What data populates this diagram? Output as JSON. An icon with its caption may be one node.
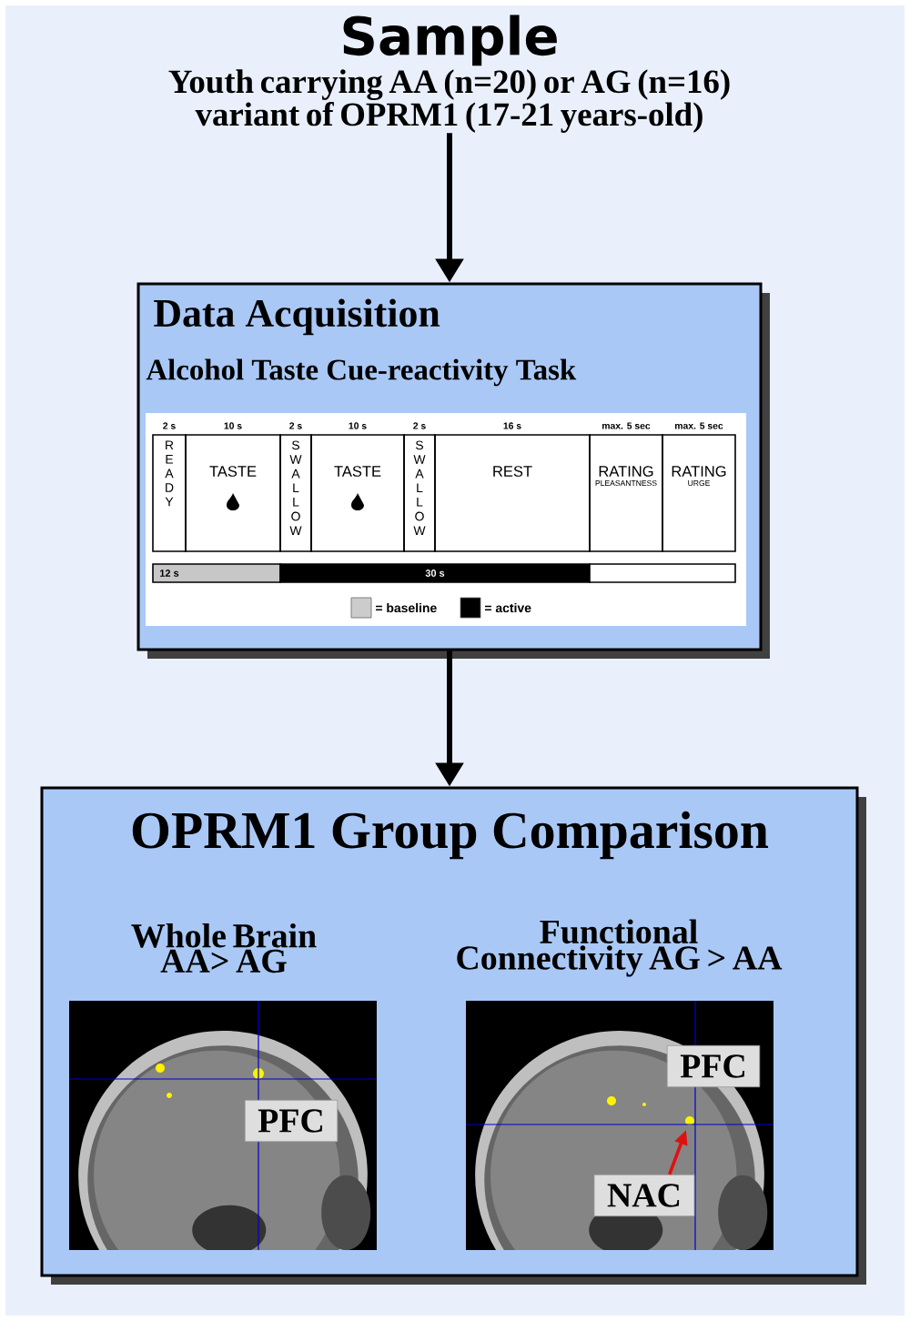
{
  "diagram": {
    "nodes": [
      {
        "text": [
          "Sample",
          "Youth carrying AA (n=20) or AG (n=16) variant of OPRM1 (17-21 years-old)"
        ]
      },
      {
        "text": [
          "Data Acquisition",
          "Alcohol Taste Cue-reactivity Task"
        ]
      },
      {
        "text": [
          "READY"
        ],
        "in": 1,
        "beside": [
          "2 s"
        ]
      },
      {
        "text": [
          "TASTE"
        ],
        "in": 1,
        "beside": [
          "10 s"
        ]
      },
      {
        "text": [
          "SWALLOW"
        ],
        "in": 1,
        "beside": [
          "2 s"
        ]
      },
      {
        "text": [
          "TASTE"
        ],
        "in": 1,
        "beside": [
          "10 s"
        ]
      },
      {
        "text": [
          "SWALLOW"
        ],
        "in": 1,
        "beside": [
          "2 s"
        ]
      },
      {
        "text": [
          "REST"
        ],
        "in": 1,
        "beside": [
          "16 s"
        ]
      },
      {
        "text": [
          "RATING",
          "PLEASANTNESS"
        ],
        "in": 1,
        "beside": [
          "max. 5 sec"
        ]
      },
      {
        "text": [
          "RATING",
          "URGE"
        ],
        "in": 1,
        "beside": [
          "max. 5 sec"
        ]
      },
      {
        "text": [
          "12 s"
        ],
        "in": 1
      },
      {
        "text": [
          "30 s"
        ],
        "in": 1
      },
      {
        "text": [],
        "shape": "bar",
        "in": 1
      },
      {
        "text": [
          "OPRM1 Group Comparison",
          "Whole Brain AA> AG",
          "Functional Connectivity AG > AA"
        ]
      },
      {
        "text": [
          "PFC"
        ],
        "in": 13
      },
      {
        "text": [
          "PFC"
        ],
        "in": 13
      },
      {
        "text": [
          "NAC"
        ],
        "in": 13
      }
    ],
    "edges": [
      {
        "from": 0,
        "to": 1,
        "arrow": "to"
      },
      {
        "from": 1,
        "to": 13,
        "arrow": "to"
      },
      {
        "from": 16,
        "to": null,
        "arrow": "to",
        "color": "#e01010"
      }
    ],
    "legend": [
      {
        "text": "= baseline",
        "color": "#cccccc"
      },
      {
        "text": "= active",
        "color": "#000000"
      }
    ]
  }
}
